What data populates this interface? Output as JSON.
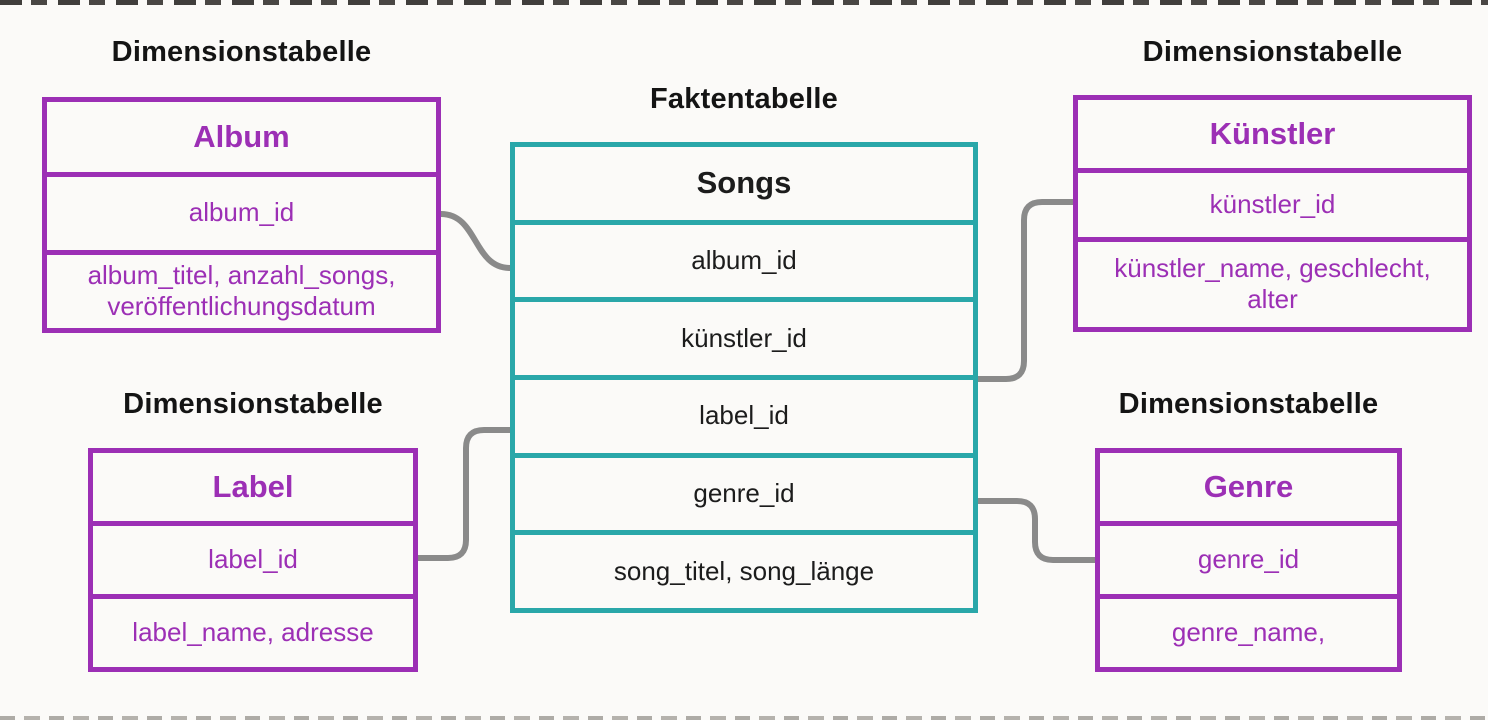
{
  "headings": {
    "dimension_top_left": "Dimensionstabelle",
    "fact": "Faktentabelle",
    "dimension_top_right": "Dimensionstabelle",
    "dimension_bottom_left": "Dimensionstabelle",
    "dimension_bottom_right": "Dimensionstabelle"
  },
  "tables": {
    "songs": {
      "title": "Songs",
      "fields": [
        "album_id",
        "künstler_id",
        "label_id",
        "genre_id",
        "song_titel, song_länge"
      ]
    },
    "album": {
      "title": "Album",
      "fields": [
        "album_id",
        "album_titel, anzahl_songs, veröffentlichungsdatum"
      ]
    },
    "kuenstler": {
      "title": "Künstler",
      "fields": [
        "künstler_id",
        "künstler_name, geschlecht, alter"
      ]
    },
    "label": {
      "title": "Label",
      "fields": [
        "label_id",
        "label_name, adresse"
      ]
    },
    "genre": {
      "title": "Genre",
      "fields": [
        "genre_id",
        "genre_name,"
      ]
    }
  },
  "connections": [
    {
      "from": "Album.album_id",
      "to": "Songs.album_id"
    },
    {
      "from": "Künstler.künstler_id",
      "to": "Songs.künstler_id"
    },
    {
      "from": "Label.label_id",
      "to": "Songs.label_id"
    },
    {
      "from": "Genre.genre_id",
      "to": "Songs.genre_id"
    }
  ],
  "colors": {
    "dimension_purple": "#9c2fb5",
    "fact_teal": "#2aa7a9",
    "connector_gray": "#8a8a8a",
    "background": "#fbfaf8",
    "heading_text": "#141414"
  }
}
